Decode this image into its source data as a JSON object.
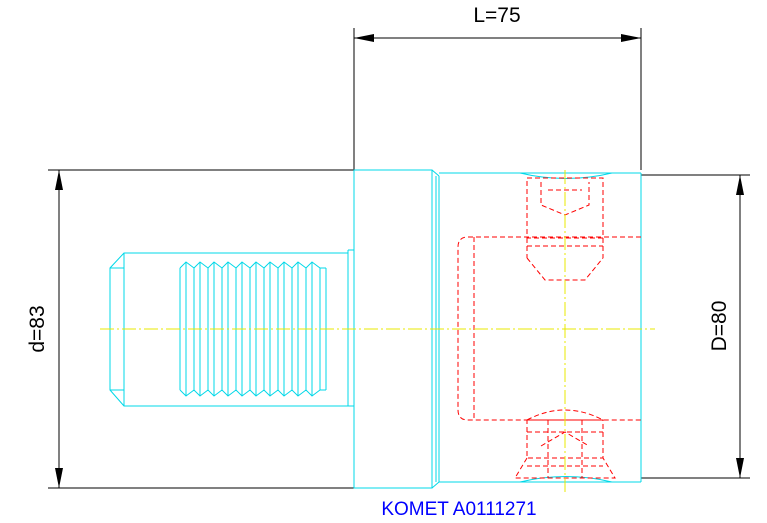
{
  "dimensions": {
    "length_label": "L=75",
    "left_diameter_label": "d=83",
    "right_diameter_label": "D=80"
  },
  "caption": "KOMET A0111271",
  "colors": {
    "background": "#ffffff",
    "dimension_lines": "#000000",
    "outline": "#00d8e8",
    "hidden_detail": "#ff0000",
    "centerline": "#e8e800",
    "caption": "#0000ff"
  }
}
